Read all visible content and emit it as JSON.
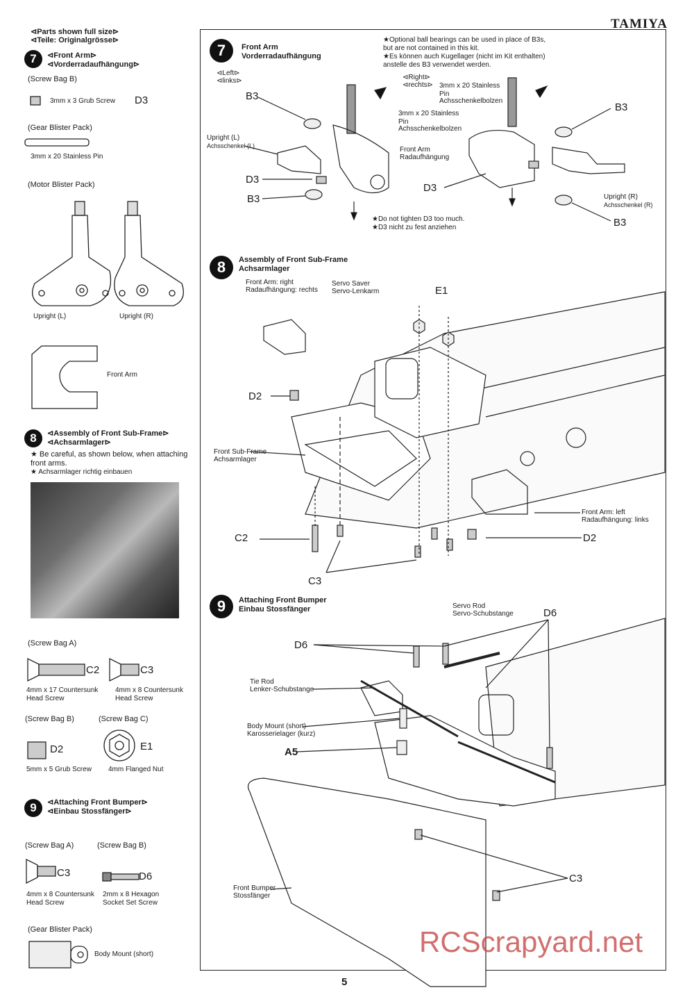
{
  "header": {
    "brand": "TAMIYA",
    "page_number": "5"
  },
  "sidebar": {
    "parts_title_en": "Parts shown full size",
    "parts_title_de": "Teile: Originalgrösse",
    "step7": {
      "number": "7",
      "title_en": "Front Arm",
      "title_de": "Vorderradaufhängung",
      "bag_b": "(Screw Bag B)",
      "grub_screw": "3mm x 3 Grub Screw",
      "grub_code": "D3",
      "gear_pack": "(Gear Blister Pack)",
      "pin": "3mm x 20 Stainless Pin",
      "motor_pack": "(Motor Blister Pack)",
      "upright_l": "Upright (L)",
      "upright_r": "Upright (R)",
      "front_arm": "Front Arm"
    },
    "step8": {
      "number": "8",
      "title_en": "Assembly of Front Sub-Frame",
      "title_de": "Achsarmlager",
      "note_en": "★ Be careful, as shown below, when attaching front arms.",
      "note_de": "★ Achsarmlager richtig einbauen"
    },
    "screws": {
      "bag_a": "(Screw Bag A)",
      "c2_code": "C2",
      "c3_code": "C3",
      "c2_desc": "4mm x 17 Countersunk Head Screw",
      "c3_desc": "4mm x 8 Countersunk Head Screw",
      "bag_b": "(Screw Bag B)",
      "bag_c": "(Screw Bag C)",
      "d2_code": "D2",
      "e1_code": "E1",
      "d2_desc": "5mm x 5 Grub Screw",
      "e1_desc": "4mm Flanged Nut"
    },
    "step9": {
      "number": "9",
      "title_en": "Attaching Front Bumper",
      "title_de": "Einbau Stossfänger",
      "bag_a": "(Screw Bag A)",
      "bag_b": "(Screw Bag B)",
      "c3_code": "C3",
      "d6_code": "D6",
      "c3_desc": "4mm x 8 Countersunk Head Screw",
      "d6_desc": "2mm x 8 Hexagon Socket Set Screw",
      "gear_pack": "(Gear Blister Pack)",
      "body_mount": "Body Mount (short)"
    }
  },
  "main": {
    "step7": {
      "number": "7",
      "title_en": "Front Arm",
      "title_de": "Vorderradaufhängung",
      "note_en": "★Optional ball bearings can be used in place of B3s, but are not contained in this kit.",
      "note_de": "★Es können auch Kugellager (nicht im Kit enthalten) anstelle des B3 verwendet werden.",
      "left_en": "Left",
      "left_de": "links",
      "right_en": "Right",
      "right_de": "rechts",
      "b3": "B3",
      "d3": "D3",
      "pin_en": "3mm x 20 Stainless Pin",
      "pin_de": "Achsschenkelbolzen",
      "upright_l_en": "Upright (L)",
      "upright_l_de": "Achsschenkel (L)",
      "upright_r_en": "Upright (R)",
      "upright_r_de": "Achsschenkel (R)",
      "arm_en": "Front Arm",
      "arm_de": "Radaufhängung",
      "tighten_en": "★Do not tighten D3 too much.",
      "tighten_de": "★D3 nicht zu fest anziehen"
    },
    "step8": {
      "number": "8",
      "title_en": "Assembly of Front Sub-Frame",
      "title_de": "Achsarmlager",
      "arm_right_en": "Front Arm: right",
      "arm_right_de": "Radaufhängung: rechts",
      "servo_saver_en": "Servo Saver",
      "servo_saver_de": "Servo-Lenkarm",
      "e1": "E1",
      "d2": "D2",
      "subframe_en": "Front Sub-Frame",
      "subframe_de": "Achsarmlager",
      "arm_left_en": "Front Arm: left",
      "arm_left_de": "Radaufhängung: links",
      "c2": "C2",
      "c3": "C3"
    },
    "step9": {
      "number": "9",
      "title_en": "Attaching Front Bumper",
      "title_de": "Einbau Stossfänger",
      "servo_rod_en": "Servo Rod",
      "servo_rod_de": "Servo-Schubstange",
      "d6": "D6",
      "tie_rod_en": "Tie Rod",
      "tie_rod_de": "Lenker-Schubstange",
      "body_mount_en": "Body Mount (short)",
      "body_mount_de": "Karosserielager (kurz)",
      "a5": "A5",
      "c3": "C3",
      "bumper_en": "Front Bumper",
      "bumper_de": "Stossfänger"
    }
  },
  "watermark": "RCScrapyard.net"
}
